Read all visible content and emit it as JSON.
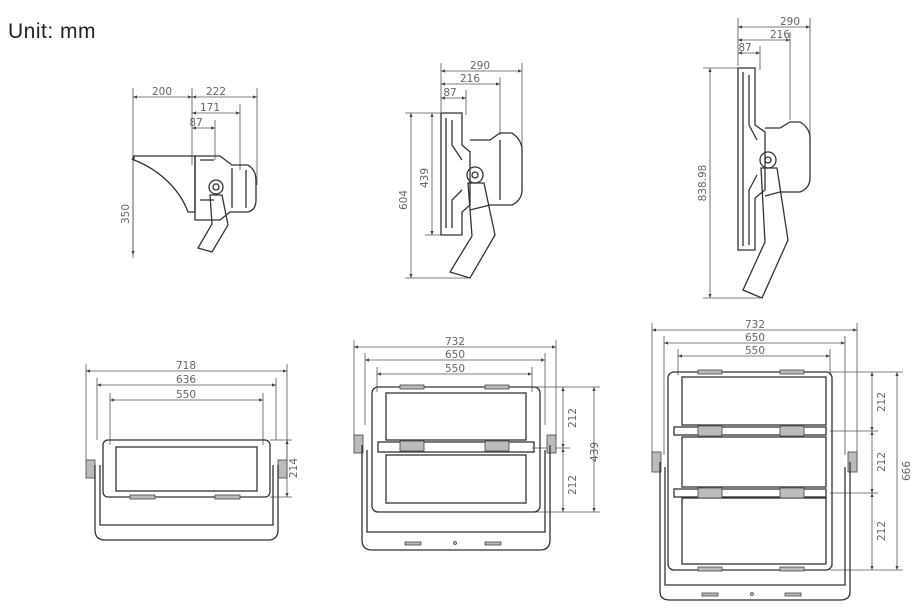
{
  "unit_label": "Unit: mm",
  "views": {
    "side_small": {
      "d200": "200",
      "d222": "222",
      "d171": "171",
      "d87": "87",
      "h350": "350"
    },
    "side_medium": {
      "d290": "290",
      "d216": "216",
      "d87": "87",
      "h604": "604",
      "h439": "439"
    },
    "side_large": {
      "d290": "290",
      "d216": "216",
      "d87": "87",
      "h838": "838.98"
    },
    "front_small": {
      "w718": "718",
      "w636": "636",
      "w550": "550",
      "h214": "214"
    },
    "front_medium": {
      "w732": "732",
      "w650": "650",
      "w550": "550",
      "h212a": "212",
      "h212b": "212",
      "h439": "439"
    },
    "front_large": {
      "w732": "732",
      "w650": "650",
      "w550": "550",
      "h212a": "212",
      "h212b": "212",
      "h212c": "212",
      "h666": "666"
    }
  }
}
